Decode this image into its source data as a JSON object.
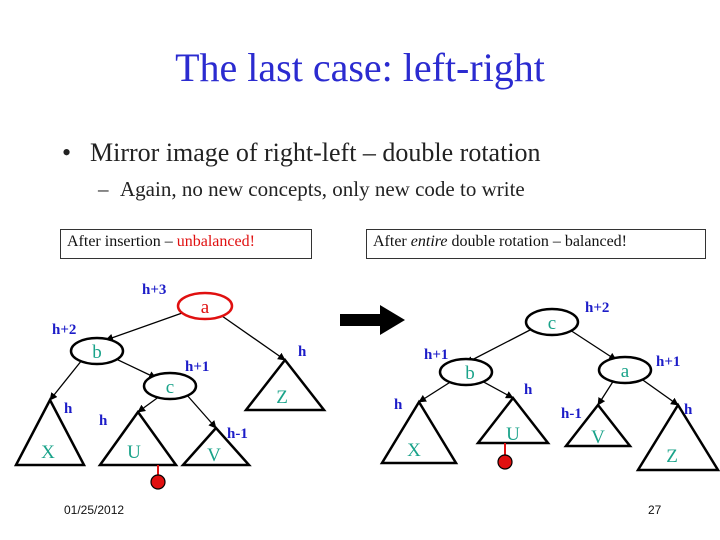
{
  "title": "The last case: left-right",
  "bullet": "Mirror image of right-left – double rotation",
  "sub_bullet": "Again, no new concepts, only new code to write",
  "left_box": {
    "prefix": "After insertion – ",
    "highlight": "unbalanced!"
  },
  "right_box": {
    "prefix": "After ",
    "emph": "entire",
    "suffix": " double rotation – balanced!"
  },
  "left_tree": {
    "nodes": {
      "a": "a",
      "b": "b",
      "c": "c"
    },
    "subtrees": {
      "X": "X",
      "U": "U",
      "V": "V",
      "Z": "Z"
    },
    "heights": {
      "a": "h+3",
      "b": "h+2",
      "c": "h+1",
      "Z": "h",
      "X": "h",
      "U": "h",
      "V": "h-1"
    }
  },
  "right_tree": {
    "nodes": {
      "c": "c",
      "b": "b",
      "a": "a"
    },
    "subtrees": {
      "X": "X",
      "U": "U",
      "V": "V",
      "Z": "Z"
    },
    "heights": {
      "c": "h+2",
      "b": "h+1",
      "a": "h+1",
      "X": "h",
      "U": "h",
      "V": "h-1",
      "Z": "h"
    }
  },
  "colors": {
    "title": "#2b2bd0",
    "height_label": "#1c1cc8",
    "node_label": "#e01010",
    "subtree_label": "#1aa38a",
    "red_marker": "#e01010"
  },
  "footer": {
    "date": "01/25/2012",
    "page": "27"
  }
}
